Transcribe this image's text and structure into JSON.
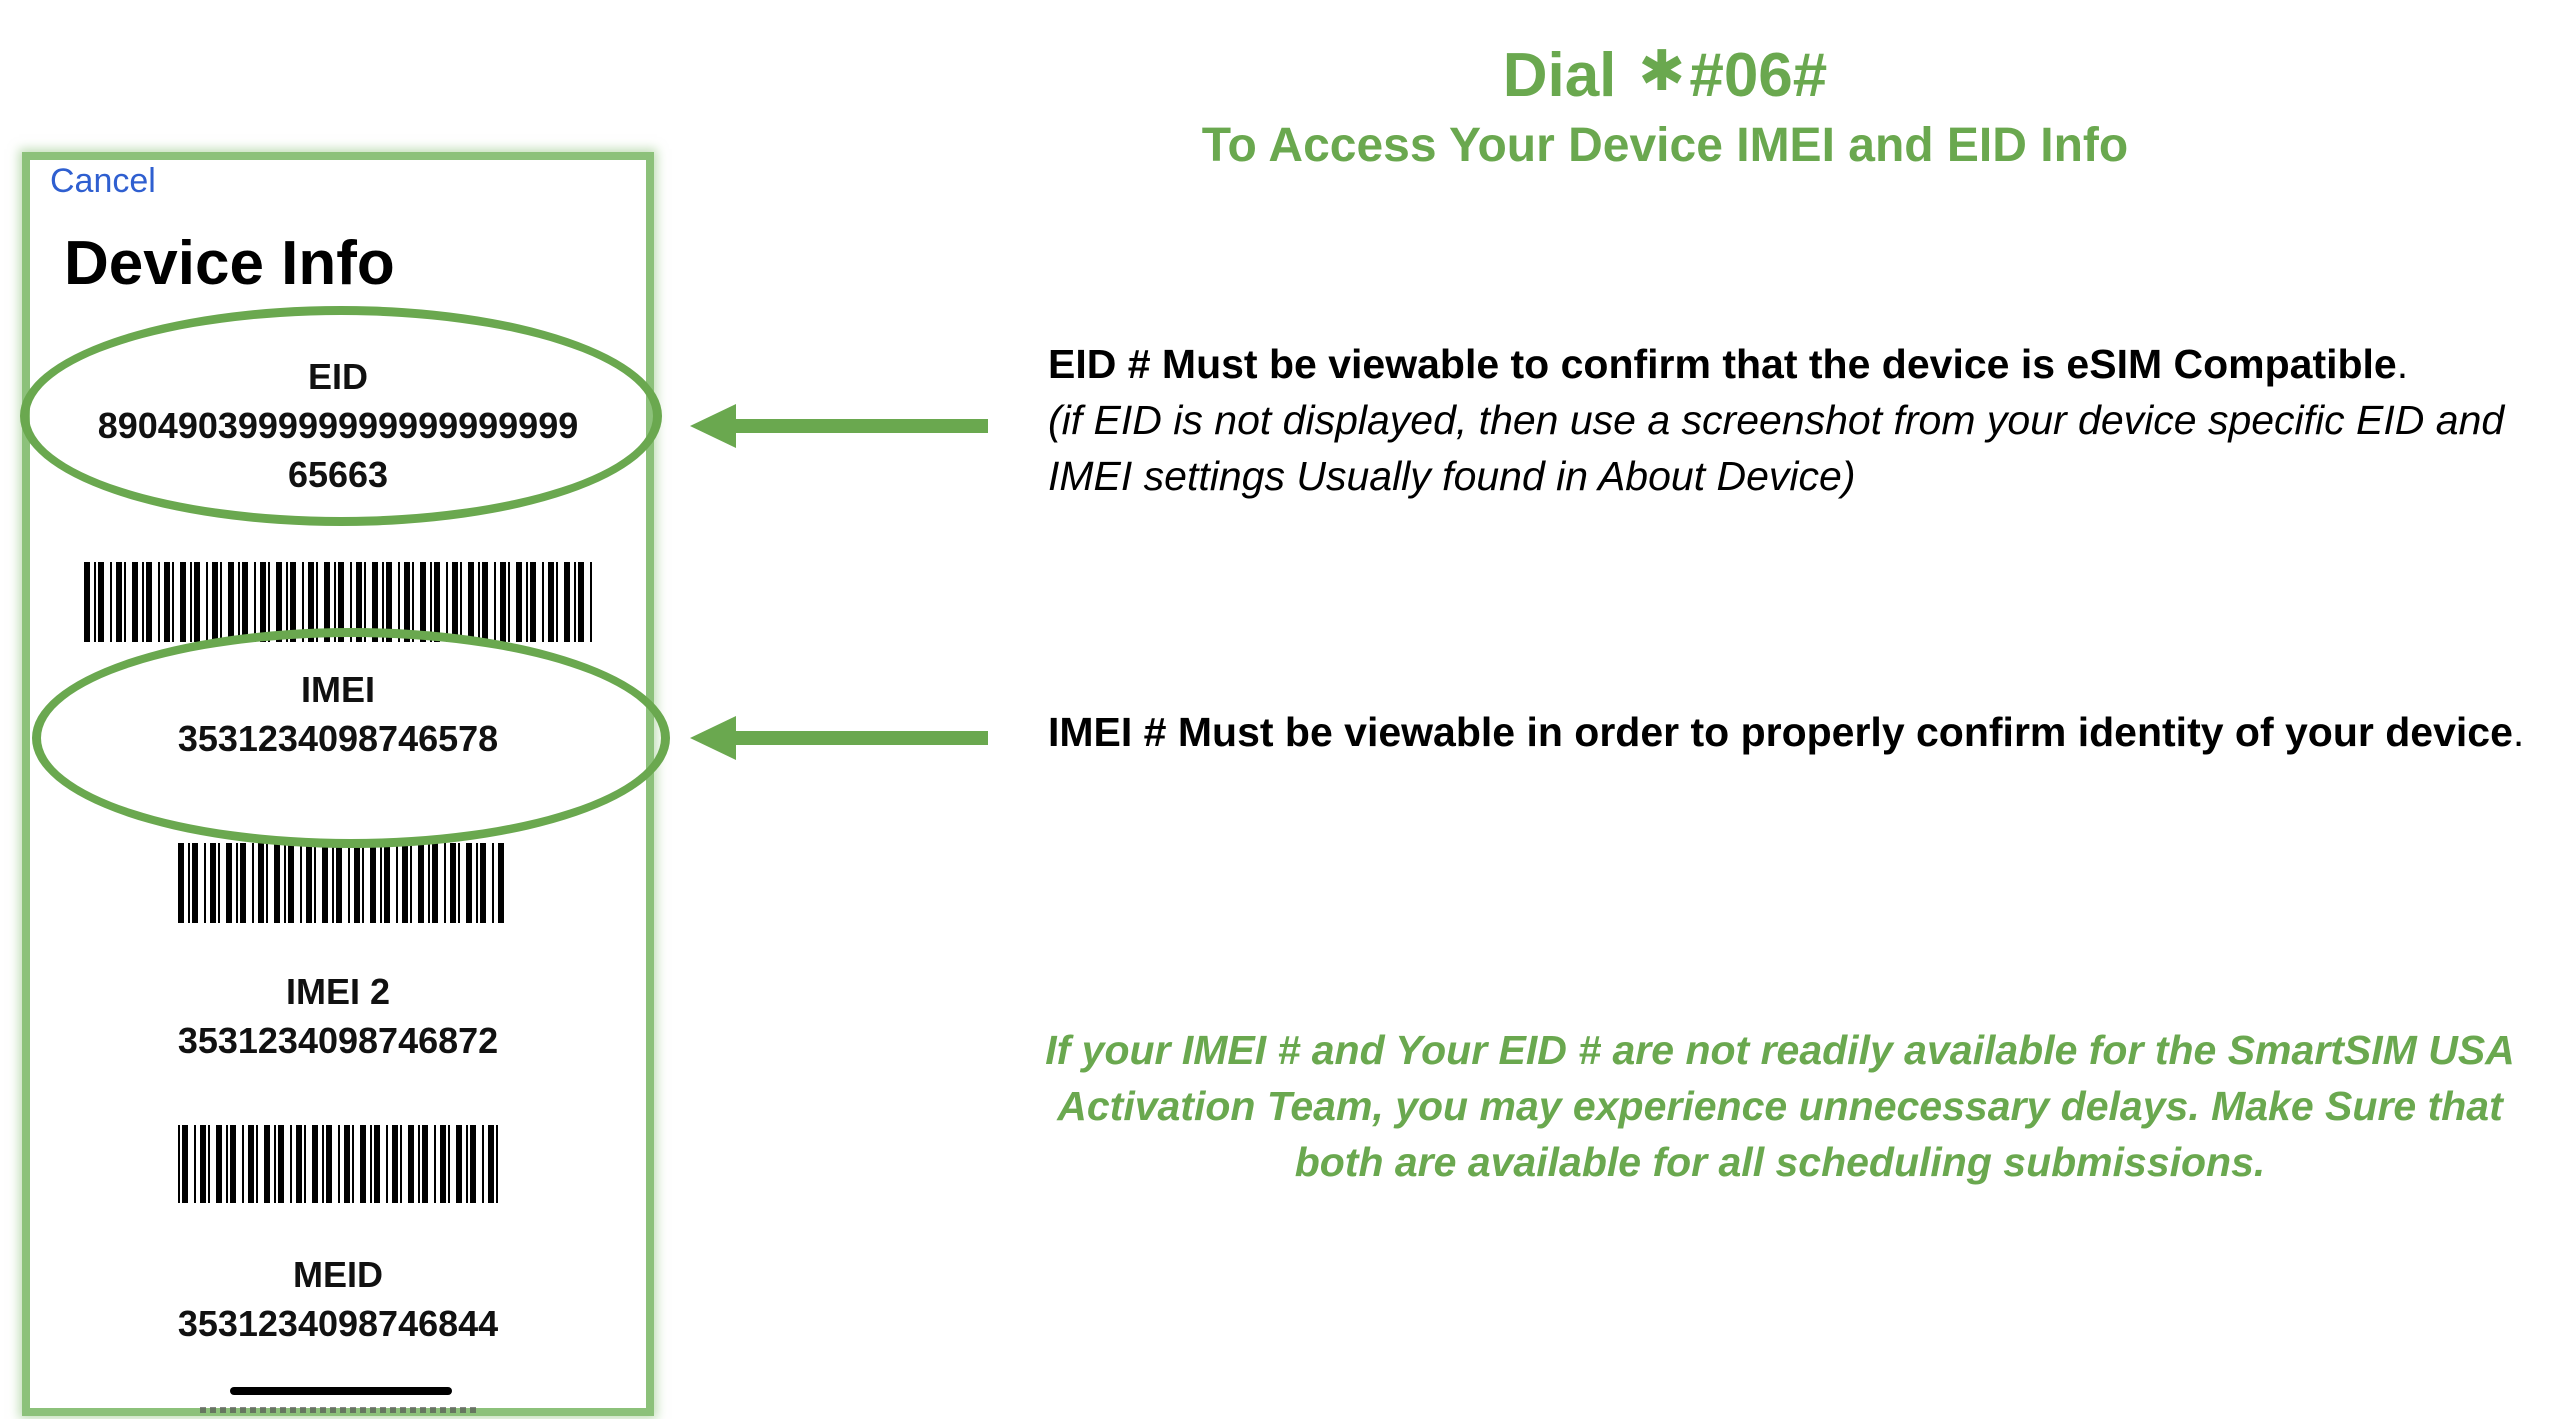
{
  "header": {
    "dial_prefix": "Dial",
    "dial_star": "✱",
    "dial_code": "#06#",
    "subtitle": "To Access Your Device IMEI and EID Info"
  },
  "phone": {
    "cancel_label": "Cancel",
    "title": "Device Info",
    "eid_label": "EID",
    "eid_line1": "890490399999999999999999",
    "eid_line2": "65663",
    "imei_label": "IMEI",
    "imei_value": "3531234098746578",
    "imei2_label": "IMEI 2",
    "imei2_value": "3531234098746872",
    "meid_label": "MEID",
    "meid_value": "3531234098746844"
  },
  "notes": {
    "eid_bold": "EID # Must be viewable to confirm that the device is eSIM Compatible",
    "eid_period": ".",
    "eid_italic_line1": "(if EID is not displayed, then use a screenshot from your device specific EID and",
    "eid_italic_line2": "IMEI settings Usually found in About Device)",
    "imei_bold": "IMEI # Must be viewable in order to properly confirm identity of your device",
    "imei_period": ".",
    "bottom_line1": "If your IMEI # and Your EID # are not readily available for the SmartSIM USA",
    "bottom_line2": "Activation Team, you  may experience unnecessary delays.  Make Sure that",
    "bottom_line3": "both are available for all scheduling submissions."
  },
  "colors": {
    "accent_green": "#6aa84f",
    "frame_green": "#8cc17a",
    "link_blue": "#2f5fd0"
  }
}
